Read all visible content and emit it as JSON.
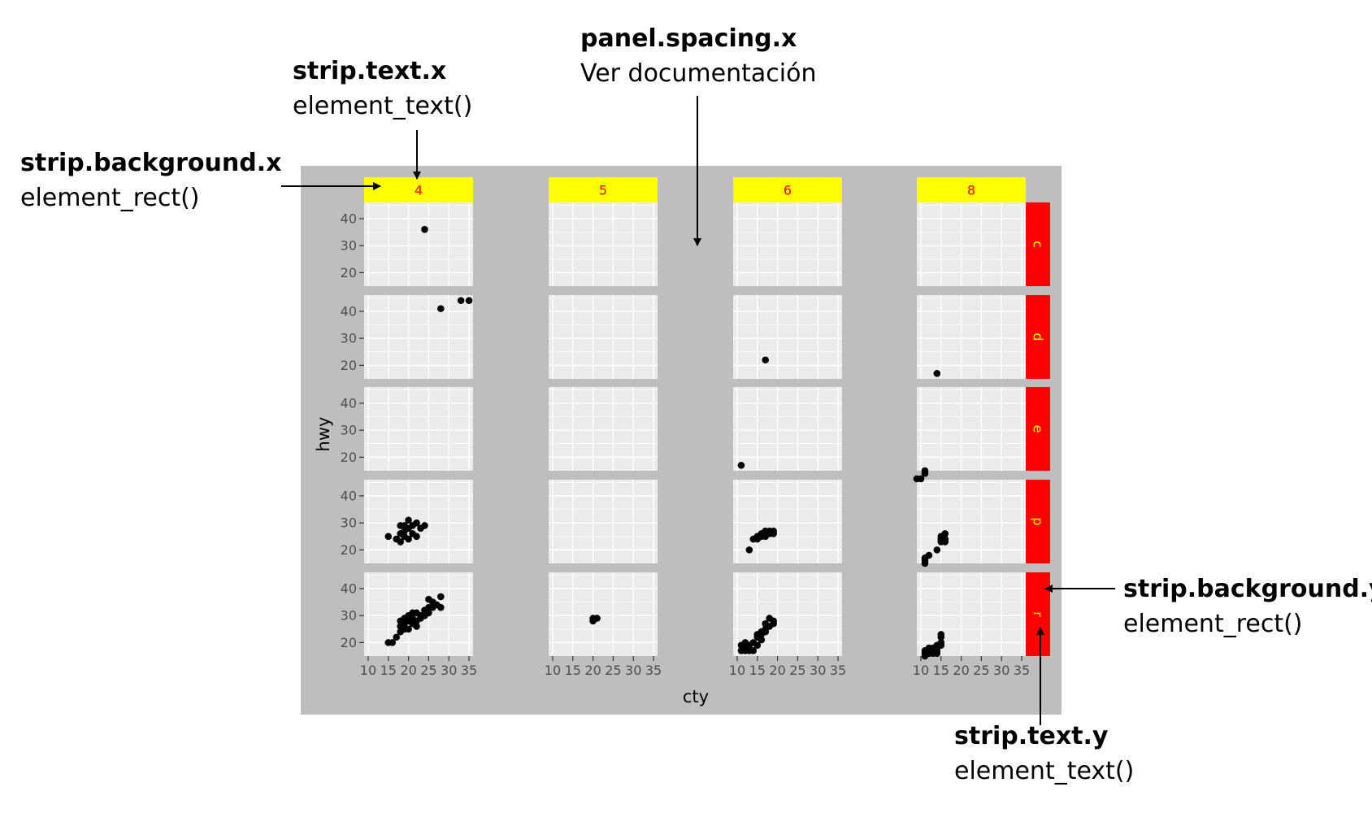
{
  "annotations": {
    "strip_text_x": {
      "title": "strip.text.x",
      "subtitle": "element_text()"
    },
    "panel_spacing_x": {
      "title": "panel.spacing.x",
      "subtitle": "Ver documentación"
    },
    "strip_background_x": {
      "title": "strip.background.x",
      "subtitle": "element_rect()"
    },
    "strip_background_y": {
      "title": "strip.background.y",
      "subtitle": "element_rect()"
    },
    "strip_text_y": {
      "title": "strip.text.y",
      "subtitle": "element_text()"
    }
  },
  "colors": {
    "plot_background": "#bebebe",
    "panel_background": "#ebebeb",
    "grid": "#ffffff",
    "strip_x_fill": "#ffff00",
    "strip_x_text": "#ff0000",
    "strip_y_fill": "#ff0000",
    "strip_y_text": "#ffff00",
    "points": "#000000"
  },
  "chart_data": {
    "type": "scatter",
    "xlabel": "cty",
    "ylabel": "hwy",
    "xlim": [
      9,
      36
    ],
    "ylim": [
      15,
      46
    ],
    "x_ticks": [
      10,
      15,
      20,
      25,
      30,
      35
    ],
    "y_ticks": [
      20,
      30,
      40
    ],
    "facet_cols": [
      "4",
      "5",
      "6",
      "8"
    ],
    "facet_rows": [
      "c",
      "d",
      "e",
      "p",
      "r"
    ],
    "grid": true,
    "panels": [
      {
        "col": "4",
        "row": "c",
        "points": [
          [
            24,
            36
          ]
        ]
      },
      {
        "col": "4",
        "row": "d",
        "points": [
          [
            28,
            41
          ],
          [
            33,
            44
          ],
          [
            35,
            44
          ]
        ]
      },
      {
        "col": "4",
        "row": "p",
        "points": [
          [
            15,
            25
          ],
          [
            17,
            24
          ],
          [
            18,
            23
          ],
          [
            18,
            26
          ],
          [
            18,
            29
          ],
          [
            19,
            27
          ],
          [
            19,
            25
          ],
          [
            20,
            28
          ],
          [
            20,
            31
          ],
          [
            21,
            26
          ],
          [
            21,
            29
          ],
          [
            22,
            30
          ],
          [
            22,
            25
          ],
          [
            23,
            28
          ],
          [
            24,
            29
          ],
          [
            20,
            24
          ],
          [
            19,
            29
          ]
        ]
      },
      {
        "col": "4",
        "row": "r",
        "points": [
          [
            15,
            20
          ],
          [
            16,
            20
          ],
          [
            17,
            22
          ],
          [
            18,
            24
          ],
          [
            18,
            26
          ],
          [
            19,
            25
          ],
          [
            19,
            27
          ],
          [
            20,
            25
          ],
          [
            20,
            28
          ],
          [
            21,
            27
          ],
          [
            21,
            29
          ],
          [
            22,
            28
          ],
          [
            22,
            31
          ],
          [
            23,
            29
          ],
          [
            23,
            30
          ],
          [
            24,
            31
          ],
          [
            24,
            32
          ],
          [
            25,
            31
          ],
          [
            25,
            33
          ],
          [
            26,
            33
          ],
          [
            26,
            35
          ],
          [
            27,
            34
          ],
          [
            28,
            33
          ],
          [
            28,
            37
          ],
          [
            25,
            36
          ],
          [
            20,
            30
          ],
          [
            22,
            26
          ],
          [
            18,
            28
          ],
          [
            19,
            29
          ],
          [
            21,
            31
          ],
          [
            24,
            30
          ]
        ]
      },
      {
        "col": "5",
        "row": "r",
        "points": [
          [
            20,
            28
          ],
          [
            21,
            29
          ],
          [
            20,
            29
          ]
        ]
      },
      {
        "col": "6",
        "row": "d",
        "points": [
          [
            17,
            22
          ]
        ]
      },
      {
        "col": "6",
        "row": "e",
        "points": [
          [
            11,
            17
          ]
        ]
      },
      {
        "col": "6",
        "row": "p",
        "points": [
          [
            13,
            20
          ],
          [
            14,
            24
          ],
          [
            15,
            25
          ],
          [
            16,
            25
          ],
          [
            16,
            26
          ],
          [
            17,
            25
          ],
          [
            17,
            27
          ],
          [
            18,
            26
          ],
          [
            18,
            27
          ],
          [
            19,
            26
          ],
          [
            19,
            27
          ],
          [
            15,
            24
          ]
        ]
      },
      {
        "col": "6",
        "row": "r",
        "points": [
          [
            11,
            17
          ],
          [
            11,
            19
          ],
          [
            12,
            17
          ],
          [
            12,
            18
          ],
          [
            13,
            17
          ],
          [
            13,
            19
          ],
          [
            14,
            17
          ],
          [
            14,
            20
          ],
          [
            15,
            19
          ],
          [
            15,
            22
          ],
          [
            16,
            23
          ],
          [
            16,
            24
          ],
          [
            17,
            25
          ],
          [
            17,
            27
          ],
          [
            18,
            26
          ],
          [
            18,
            29
          ],
          [
            19,
            28
          ],
          [
            19,
            27
          ],
          [
            16,
            21
          ],
          [
            15,
            23
          ],
          [
            17,
            24
          ],
          [
            12,
            20
          ]
        ]
      },
      {
        "col": "8",
        "row": "d",
        "points": [
          [
            14,
            17
          ]
        ]
      },
      {
        "col": "8",
        "row": "e",
        "points": [
          [
            9,
            12
          ],
          [
            10,
            12
          ],
          [
            11,
            15
          ],
          [
            11,
            14
          ]
        ]
      },
      {
        "col": "8",
        "row": "p",
        "points": [
          [
            11,
            15
          ],
          [
            11,
            17
          ],
          [
            12,
            18
          ],
          [
            14,
            20
          ],
          [
            15,
            23
          ],
          [
            15,
            25
          ],
          [
            16,
            24
          ],
          [
            16,
            26
          ],
          [
            15,
            24
          ],
          [
            16,
            23
          ],
          [
            11,
            16
          ]
        ]
      },
      {
        "col": "8",
        "row": "r",
        "points": [
          [
            11,
            15
          ],
          [
            11,
            17
          ],
          [
            12,
            16
          ],
          [
            12,
            17
          ],
          [
            13,
            16
          ],
          [
            13,
            18
          ],
          [
            14,
            17
          ],
          [
            14,
            18
          ],
          [
            15,
            19
          ],
          [
            15,
            20
          ],
          [
            15,
            22
          ],
          [
            15,
            23
          ],
          [
            14,
            19
          ],
          [
            12,
            18
          ],
          [
            13,
            17
          ],
          [
            11,
            16
          ],
          [
            14,
            16
          ]
        ]
      }
    ]
  }
}
